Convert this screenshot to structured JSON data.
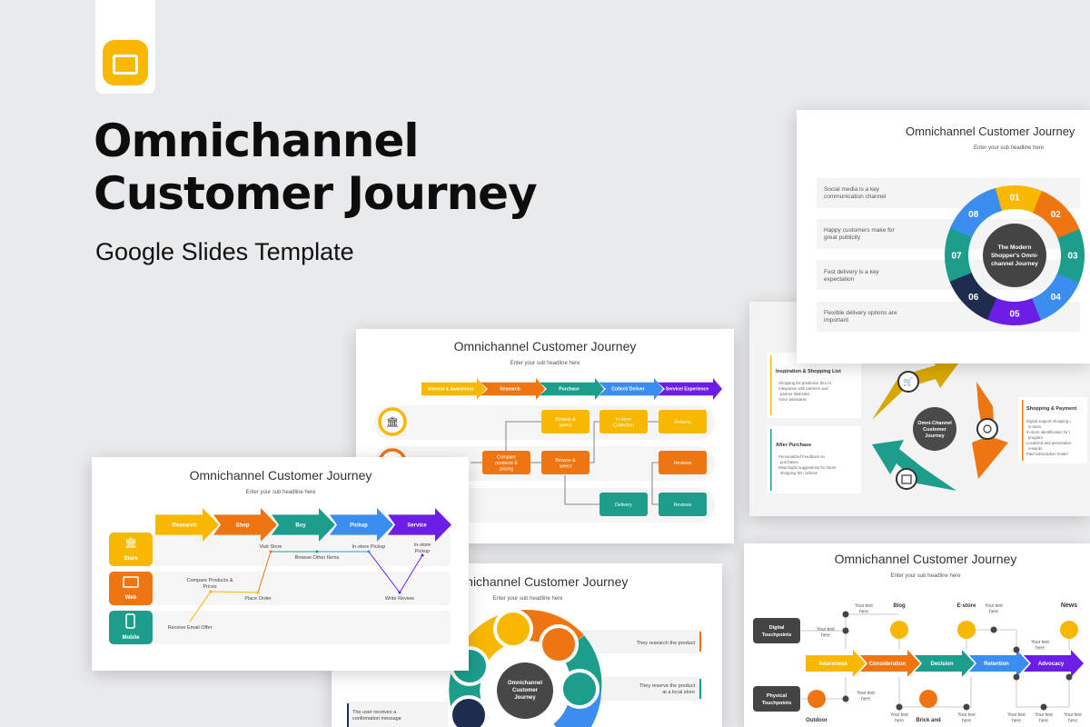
{
  "hero": {
    "app_icon": "google-slides-icon",
    "title_line1": "Omnichannel",
    "title_line2": "Customer Journey",
    "subtitle": "Google Slides Template"
  },
  "colors": {
    "yellow": "#f8b800",
    "orange": "#ef7512",
    "teal": "#1d9e8d",
    "blue": "#3b8ef0",
    "purple": "#6c1ee6",
    "navy": "#1e2d4f",
    "dark": "#3d3d3d"
  },
  "slide_swimlane": {
    "title": "Omnichannel Customer Journey",
    "subtitle": "Enter your sub headline here",
    "stages": [
      "Research",
      "Shop",
      "Buy",
      "Pickup",
      "Service"
    ],
    "lanes": [
      {
        "label": "Store",
        "icon": "bank-icon"
      },
      {
        "label": "Web",
        "icon": "laptop-icon"
      },
      {
        "label": "Mobile",
        "icon": "mobile-icon"
      }
    ],
    "points": {
      "visit_store": "Visit Store",
      "browse_other": "Browse Other Items",
      "instore_pickup": "In-store Pickup",
      "instore_pickup2_a": "In-store",
      "instore_pickup2_b": "Pickup",
      "compare_a": "Compare Products &",
      "compare_b": "Prices",
      "place_order": "Place Order",
      "write_review": "Write Review",
      "email_offer": "Receive Email Offer"
    }
  },
  "slide_flow": {
    "title": "Omnichannel Customer Journey",
    "subtitle": "Enter your sub headline here",
    "stages": [
      "Interest & Awareness",
      "Research",
      "Purchase",
      "Collect/ Deliver",
      "Service/ Experience"
    ],
    "boxes": {
      "browse1_a": "Browse &",
      "browse1_b": "select",
      "collection_a": "In-store",
      "collection_b": "Collection",
      "returns": "Returns",
      "compare_a": "Compare",
      "compare_b": "products &",
      "compare_c": "pricing",
      "browse2_a": "Browse &",
      "browse2_b": "select",
      "reviews1": "Reviews",
      "delivery": "Delivery",
      "reviews2": "Reviews"
    }
  },
  "slide_cycle": {
    "title": "Omnichannel Customer Journey",
    "subtitle": "Enter your sub headline here",
    "items": [
      {
        "a": "Social media is a key",
        "b": "communication channel"
      },
      {
        "a": "Happy customers make for",
        "b": "great publicity"
      },
      {
        "a": "Fast delivery is a key",
        "b": "expectation"
      },
      {
        "a": "Flexible delivery options are",
        "b": "important"
      }
    ],
    "steps": [
      "01",
      "02",
      "03",
      "04",
      "05",
      "06",
      "07",
      "08"
    ],
    "center": [
      "The Modern",
      "Shopper's Omni-",
      "channel Journey"
    ]
  },
  "slide_arrows": {
    "boxes": [
      {
        "title": "Inspiration & Shopping List",
        "bullets": [
          "Shopping list prediction thru AI",
          "Integration with partners and",
          "partner Websites",
          "Voice assistants"
        ]
      },
      {
        "title": "After Purchase",
        "bullets": [
          "Personalized Feedback on",
          "purchases",
          "Meaningful suggestions for future",
          "shopping list / actions"
        ]
      },
      {
        "title": "Shopping & Payment",
        "bullets": [
          "Digital support shopping c",
          "in-store",
          "In-store identification for l",
          "program",
          "Localized and personalize",
          "rewards",
          "Paid subscription model"
        ]
      }
    ],
    "center": [
      "Omni-Channel",
      "Customer",
      "Journey"
    ]
  },
  "slide_petals": {
    "title": "Omnichannel Customer Journey",
    "subtitle": "Enter your sub headline here",
    "right_items": [
      [
        "They research the product"
      ],
      [
        "They reserve the product",
        "at a local store"
      ]
    ],
    "left_items": [
      [
        "The user receives a",
        "confirmation message"
      ]
    ],
    "center": [
      "Omnichannel",
      "Customer",
      "Journey"
    ]
  },
  "slide_touchpoints": {
    "title": "Omnichannel Customer Journey",
    "subtitle": "Enter your sub headline here",
    "rows": [
      [
        "Digital",
        "Touchpoints"
      ],
      [
        "Physical",
        "Touchpoints"
      ]
    ],
    "stages": [
      "Awareness",
      "Consideration",
      "Decision",
      "Retention",
      "Advocacy"
    ],
    "touchpoints": {
      "blog": "Blog",
      "estore": "E-store",
      "news": "News",
      "outdoor": "Outdoor",
      "brick": "Brick and"
    },
    "placeholder_a": "Your text",
    "placeholder_b": "here"
  }
}
